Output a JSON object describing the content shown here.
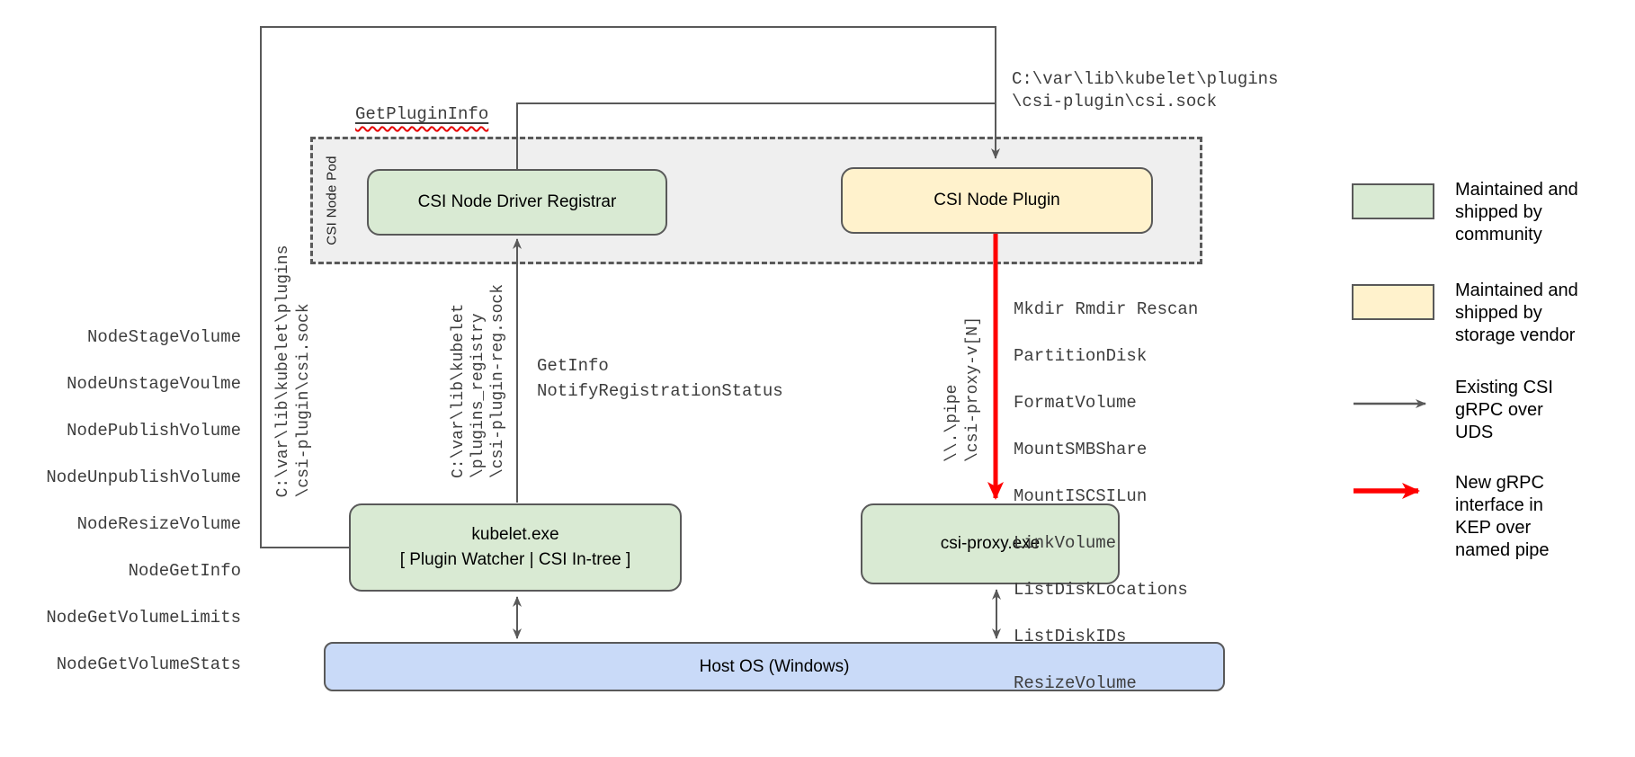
{
  "nodes": {
    "pod_label": "CSI Node Pod",
    "registrar": "CSI Node Driver Registrar",
    "plugin": "CSI Node Plugin",
    "kubelet_line1": "kubelet.exe",
    "kubelet_line2": "[ Plugin Watcher | CSI In-tree ]",
    "csi_proxy": "csi-proxy.exe",
    "host_os": "Host OS (Windows)"
  },
  "labels": {
    "get_plugin_info": "GetPluginInfo",
    "csi_sock": "C:\\var\\lib\\kubelet\\plugins\n\\csi-plugin\\csi.sock",
    "registration_sock": "C:\\var\\lib\\kubelet\n\\plugins_registry\n\\csi-plugin-reg.sock",
    "registration_calls": "GetInfo\nNotifyRegistrationStatus",
    "named_pipe": "\\\\.\\pipe\n\\csi-proxy-v[N]"
  },
  "kubelet_csi_methods": [
    "NodeStageVolume",
    "NodeUnstageVoulme",
    "NodePublishVolume",
    "NodeUnpublishVolume",
    "NodeResizeVolume",
    "NodeGetInfo",
    "NodeGetVolumeLimits",
    "NodeGetVolumeStats"
  ],
  "csi_proxy_methods": [
    "Mkdir Rmdir Rescan",
    "PartitionDisk",
    "FormatVolume",
    "MountSMBShare",
    "MountISCSILun",
    "LinkVolume",
    "ListDiskLocations",
    "ListDiskIDs",
    "ResizeVolume"
  ],
  "legend": {
    "community": "Maintained and\nshipped by\ncommunity",
    "vendor": "Maintained and\nshipped by\nstorage vendor",
    "uds_arrow": "Existing CSI\ngRPC over\nUDS",
    "pipe_arrow": "New gRPC\ninterface in\nKEP over\nnamed pipe"
  },
  "colors": {
    "community_fill": "#d9ead3",
    "vendor_fill": "#fff2cc",
    "host_fill": "#c9daf8",
    "pod_fill": "#efefef",
    "line_gray": "#595959",
    "arrow_red": "#ff0000",
    "spellcheck_red": "#e60000"
  }
}
